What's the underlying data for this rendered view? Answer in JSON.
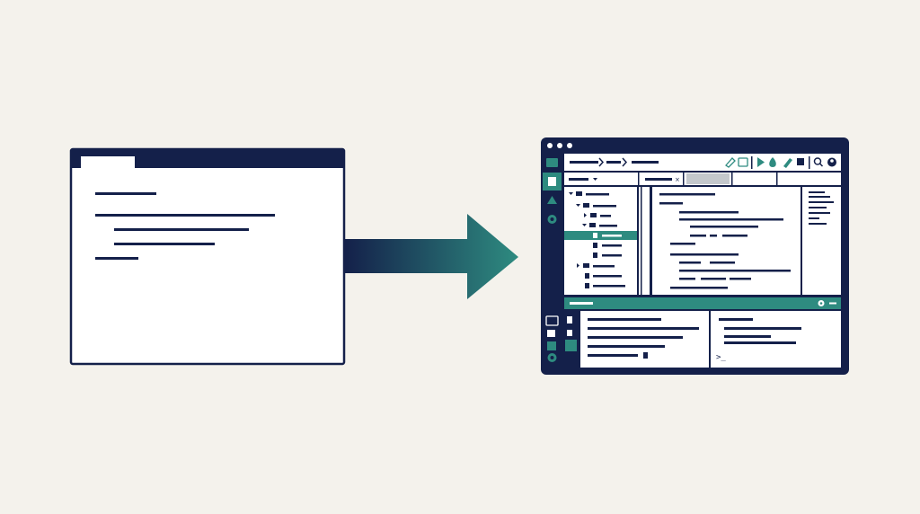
{
  "palette": {
    "background": "#f4f2ec",
    "navy": "#14204a",
    "teal": "#2e8b80",
    "panel": "#ffffff",
    "muted_gray": "#c4c8cc"
  },
  "left_window": {
    "tab_icon": "blank-tab",
    "text_lines": 5
  },
  "arrow": {
    "direction": "right",
    "gradient": [
      "navy",
      "teal"
    ]
  },
  "right_window": {
    "titlebar_icons": [
      "dot",
      "dot",
      "dot"
    ],
    "toolbar_icons": [
      "pencil-icon",
      "camera-icon",
      "play-icon",
      "drop-icon",
      "brush-icon",
      "stop-icon",
      "search-icon",
      "user-icon"
    ],
    "activity_bar_icons": [
      "folder-icon",
      "file-icon",
      "warning-icon",
      "gear-icon"
    ],
    "bottom_activity_icons": [
      "folder-icon",
      "file-icon",
      "square-icon",
      "gear-icon"
    ],
    "terminal_prompt": ">_"
  }
}
